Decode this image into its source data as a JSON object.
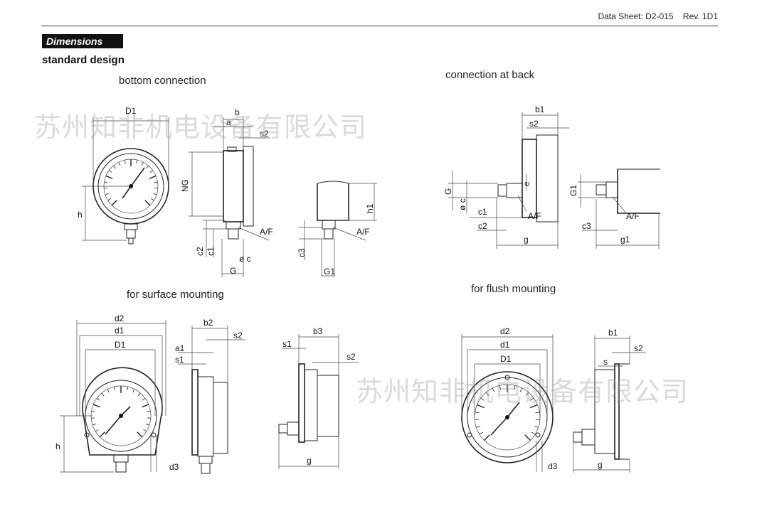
{
  "header": {
    "sheet": "Data Sheet: D2-015",
    "rev": "Rev. 1D1"
  },
  "section_title": "Dimensions",
  "subtitle": "standard design",
  "captions": {
    "bottom": "bottom connection",
    "back": "connection at back",
    "surface": "for surface mounting",
    "flush": "for flush mounting"
  },
  "watermark": "苏州知非机电设备有限公司",
  "labels": {
    "D1": "D1",
    "b": "b",
    "a": "a",
    "s2": "s2",
    "NG": "NG",
    "h": "h",
    "AF": "A/F",
    "c2": "c2",
    "c1": "c1",
    "dc": "ø c",
    "G": "G",
    "h1": "h1",
    "c3": "c3",
    "G1": "G1",
    "b1": "b1",
    "e": "e",
    "g": "g",
    "g1": "g1",
    "d2": "d2",
    "d1": "d1",
    "b2": "b2",
    "a1": "a1",
    "s1": "s1",
    "d3": "d3",
    "b3": "b3",
    "s": "s"
  }
}
